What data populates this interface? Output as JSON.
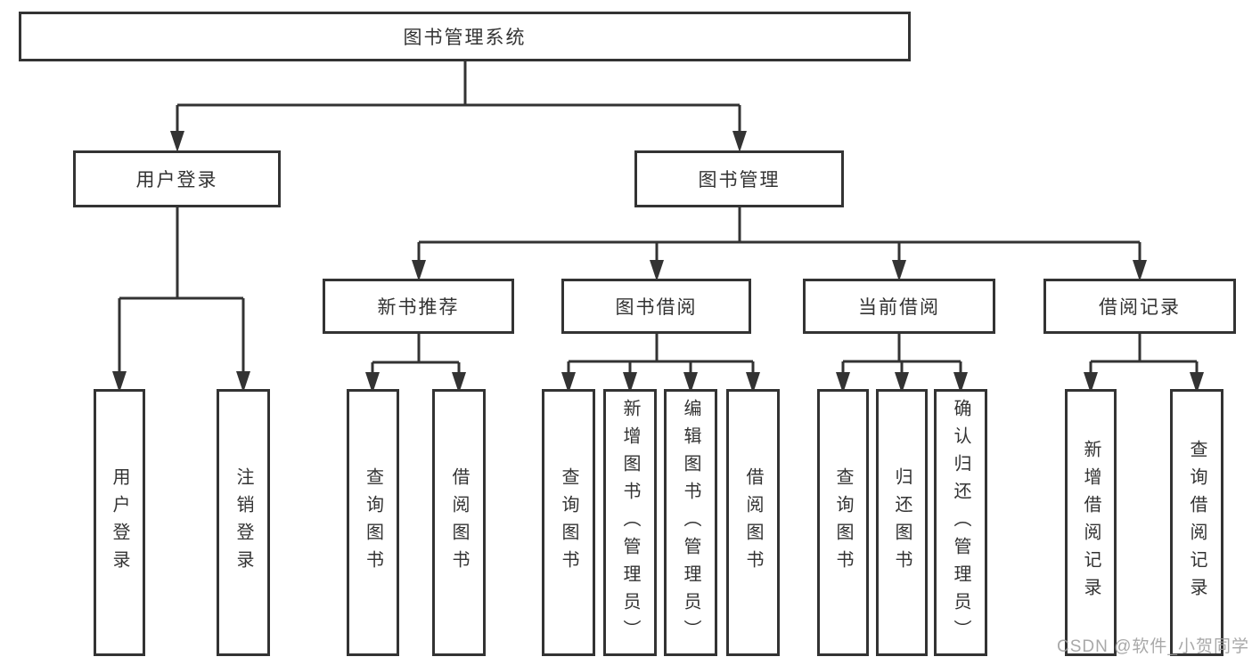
{
  "diagram": {
    "root": {
      "label": "图书管理系统"
    },
    "user_login": {
      "label": "用户登录",
      "children": [
        "用户登录",
        "注销登录"
      ]
    },
    "book_mgmt": {
      "label": "图书管理"
    },
    "new_books": {
      "label": "新书推荐",
      "children": [
        "查询图书",
        "借阅图书"
      ]
    },
    "book_borrow": {
      "label": "图书借阅",
      "children": [
        "查询图书",
        "新增图书（管理员）",
        "编辑图书（管理员）",
        "借阅图书"
      ]
    },
    "current_borrow": {
      "label": "当前借阅",
      "children": [
        "查询图书",
        "归还图书",
        "确认归还（管理员）"
      ]
    },
    "borrow_records": {
      "label": "借阅记录",
      "children": [
        "新增借阅记录",
        "查询借阅记录"
      ]
    }
  },
  "watermark": "CSDN @软件_小贺同学",
  "colors": {
    "line": "#333333",
    "text": "#333333",
    "watermark": "#9d9d9d"
  }
}
